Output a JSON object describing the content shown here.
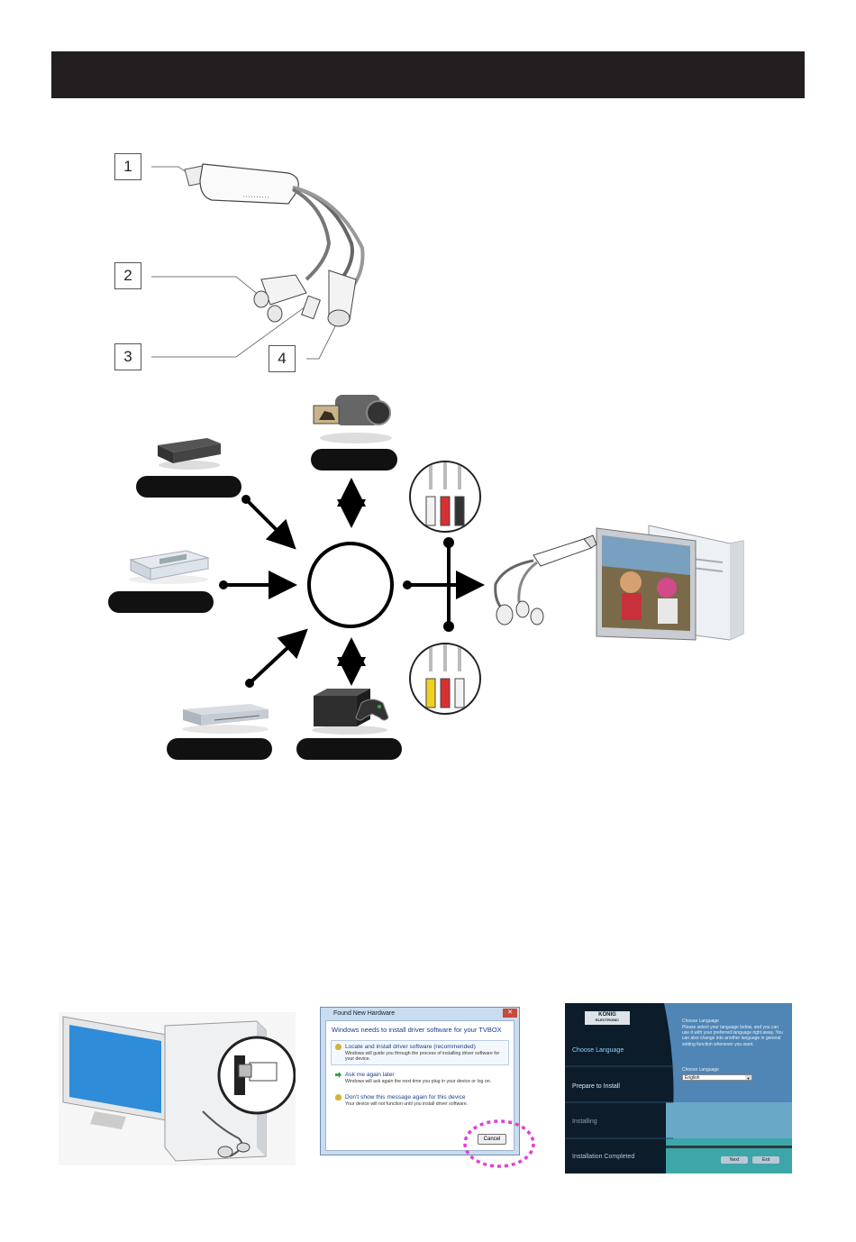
{
  "callouts": [
    "1",
    "2",
    "3",
    "4"
  ],
  "dialog": {
    "title": "Found New Hardware",
    "heading": "Windows needs to install driver software for your TVBOX",
    "options": [
      {
        "title": "Locate and install driver software (recommended)",
        "desc": "Windows will guide you through the process of installing driver software for your device."
      },
      {
        "title": "Ask me again later",
        "desc": "Windows will ask again the next time you plug in your device or log on."
      },
      {
        "title": "Don't show this message again for this device",
        "desc": "Your device will not function until you install driver software."
      }
    ],
    "cancel_label": "Cancel"
  },
  "installer": {
    "logo_top": "KÖNIG",
    "logo_bottom": "ELECTRONIC",
    "steps": [
      "Choose Language",
      "Prepare to Install",
      "Installing",
      "Installation Completed"
    ],
    "heading": "Choose Language",
    "instructions": "Please select your language below, and you can use it with your preferred language right away. You can also change into another language in general setting function whenever you want.",
    "select_label": "Choose Language",
    "selected_language": "English",
    "buttons": [
      "Next",
      "Exit"
    ]
  },
  "colors": {
    "header_bar": "#231f20",
    "highlight_circle": "#e33fd6",
    "link_blue": "#1a3e8c",
    "installer_active_step": "#8fd0ff"
  }
}
